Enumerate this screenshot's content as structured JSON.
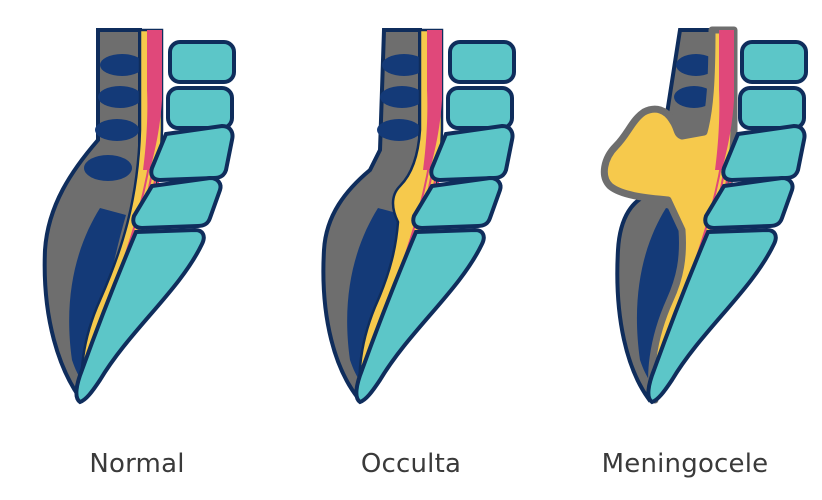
{
  "panels": [
    {
      "label": "Normal"
    },
    {
      "label": "Occulta"
    },
    {
      "label": "Meningocele"
    }
  ],
  "colors": {
    "outline": "#0f2d5c",
    "canal_gray": "#6e6e6e",
    "fat_navy": "#143a78",
    "dura_yellow": "#f6c94c",
    "cord_pink": "#e0487a",
    "vertebra_teal": "#5cc6c8",
    "caption_text": "#3a3a3a",
    "background": "#ffffff"
  }
}
